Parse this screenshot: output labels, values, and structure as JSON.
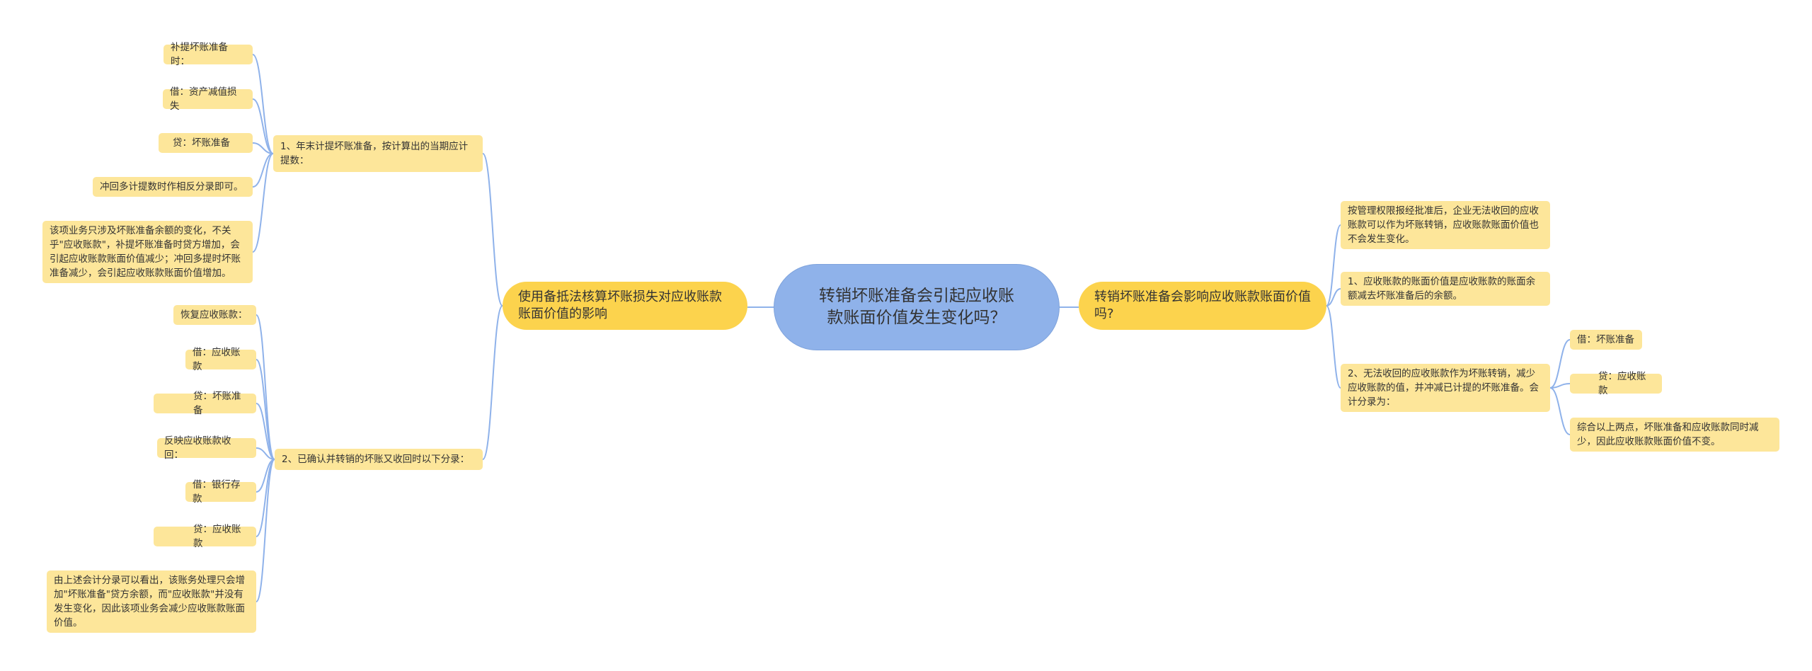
{
  "root": {
    "text": "转销坏账准备会引起应收账款账面价值发生变化吗？"
  },
  "left_main": {
    "text": "使用备抵法核算坏账损失对应收账款账面价值的影响"
  },
  "right_main": {
    "text": "转销坏账准备会影响应收账款账面价值吗?"
  },
  "left_groups": [
    {
      "text": "1、年末计提坏账准备，按计算出的当期应计提数：",
      "items": [
        "补提坏账准备时：",
        "借：资产减值损失",
        "贷：坏账准备",
        "冲回多计提数时作相反分录即可。",
        "该项业务只涉及坏账准备余额的变化，不关乎\"应收账款\"，补提坏账准备时贷方增加，会引起应收账款账面价值减少；冲回多提时坏账准备减少，会引起应收账款账面价值增加。"
      ]
    },
    {
      "text": "2、已确认并转销的坏账又收回时以下分录：",
      "items": [
        "恢复应收账款：",
        "借：应收账款",
        "贷：坏账准备",
        "反映应收账款收回：",
        "借：银行存款",
        "贷：应收账款",
        "由上述会计分录可以看出，该账务处理只会增加\"坏账准备\"贷方余额，而\"应收账款\"并没有发生变化，因此该项业务会减少应收账款账面价值。"
      ]
    }
  ],
  "right_items": [
    {
      "text": "按管理权限报经批准后，企业无法收回的应收账款可以作为坏账转销，应收账款账面价值也不会发生变化。"
    },
    {
      "text": "1、应收账款的账面价值是应收账款的账面余额减去坏账准备后的余额。"
    },
    {
      "text": "2、无法收回的应收账款作为坏账转销，减少应收账款的值，并冲减已计提的坏账准备。会计分录为：",
      "items": [
        "借：坏账准备",
        "贷：应收账款",
        "综合以上两点，坏账准备和应收账款同时减少，因此应收账款账面价值不变。"
      ]
    }
  ],
  "colors": {
    "root_fill": "#8fb2ea",
    "main_fill": "#fcd34d",
    "sub_fill": "#fde69a",
    "line": "#8fb2ea"
  }
}
